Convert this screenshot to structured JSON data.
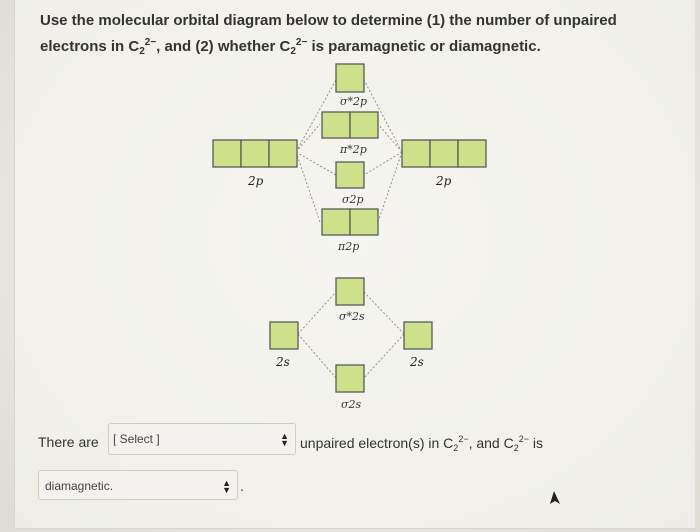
{
  "question": {
    "part1": "Use the molecular orbital diagram below to determine (1) the number of unpaired electrons in C",
    "sub": "2",
    "sup": "2−",
    "part2": ", and (2) whether C",
    "part3": " is paramagnetic or diamagnetic."
  },
  "diagram": {
    "mo_labels": {
      "sigma2p_star": "σ*2p",
      "pi2p_star": "π*2p",
      "sigma2p": "σ2p",
      "pi2p": "π2p",
      "sigma2s_star": "σ*2s",
      "sigma2s": "σ2s"
    },
    "ao_labels": {
      "left_2p": "2p",
      "right_2p": "2p",
      "left_2s": "2s",
      "right_2s": "2s"
    }
  },
  "answer": {
    "prefix": "There are",
    "select1_value": "[ Select ]",
    "middle_text": "unpaired electron(s) in C",
    "sub": "2",
    "sup": "2−",
    "and_text": ", and C",
    "is_text": " is",
    "select2_value": "diamagnetic.",
    "period": "."
  },
  "colors": {
    "orbital_box": "#cfe08a",
    "outline": "#5a5a5a"
  }
}
